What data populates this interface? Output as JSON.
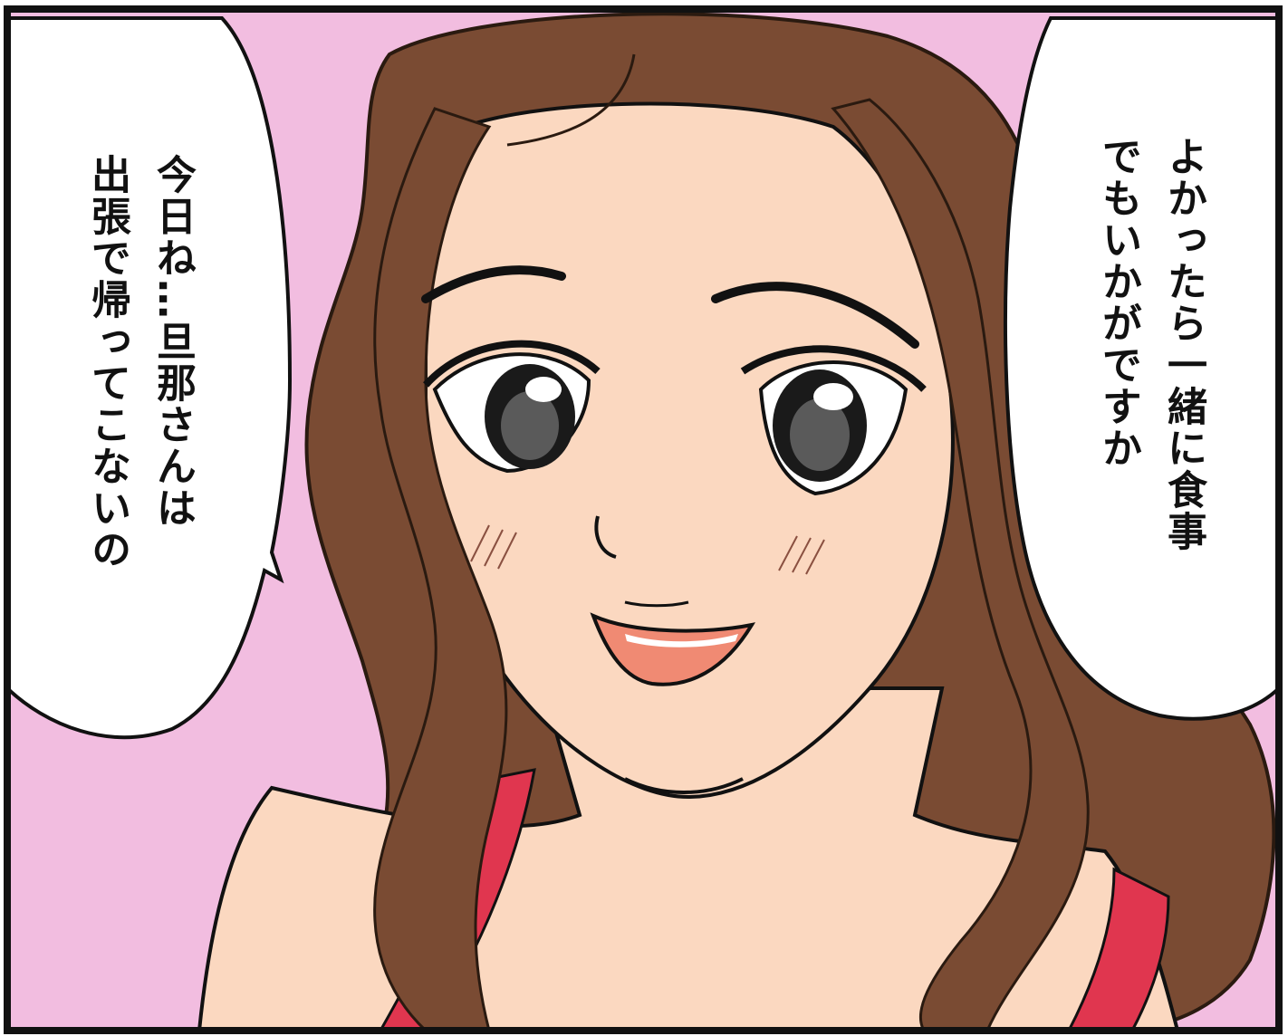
{
  "panel": {
    "background_color": "#f2bde0",
    "border_color": "#111111",
    "hair_color": "#7a4b33",
    "skin_color": "#fbd8c0",
    "strap_color": "#e0364f",
    "mouth_color": "#f08a73"
  },
  "speech_bubbles": {
    "left": {
      "line1": "今日ね…旦那さんは",
      "line2": "出張で帰ってこないの"
    },
    "right": {
      "line1": "よかったら一緒に食事",
      "line2": "でもいかがですか"
    }
  }
}
